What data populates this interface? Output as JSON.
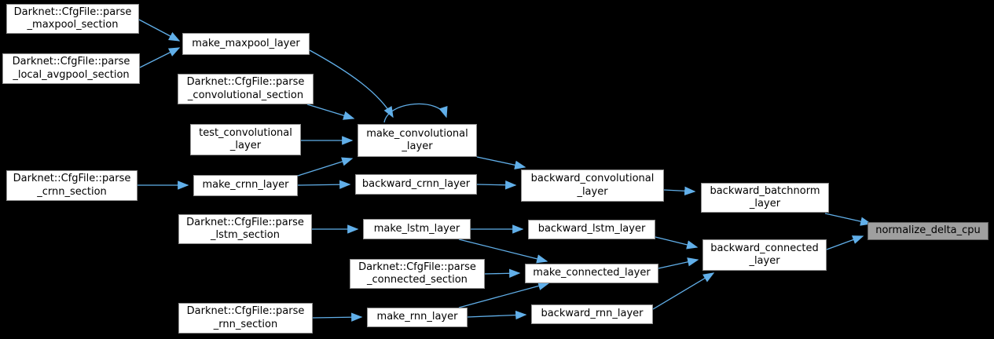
{
  "diagram": {
    "type": "call-graph",
    "colors": {
      "background": "#000000",
      "node_fill": "#ffffff",
      "node_border": "#8f8f8f",
      "node_text": "#000000",
      "highlight_node_fill": "#9f9f9f",
      "highlight_node_border": "#5f5f5f",
      "edge": "#61afe9"
    },
    "nodes": {
      "parse_maxpool_section": {
        "label": "Darknet::CfgFile::parse\n_maxpool_section"
      },
      "parse_local_avgpool_section": {
        "label": "Darknet::CfgFile::parse\n_local_avgpool_section"
      },
      "make_maxpool_layer": {
        "label": "make_maxpool_layer"
      },
      "parse_convolutional_section": {
        "label": "Darknet::CfgFile::parse\n_convolutional_section"
      },
      "test_convolutional_layer": {
        "label": "test_convolutional\n_layer"
      },
      "make_convolutional_layer": {
        "label": "make_convolutional\n_layer"
      },
      "parse_crnn_section": {
        "label": "Darknet::CfgFile::parse\n_crnn_section"
      },
      "make_crnn_layer": {
        "label": "make_crnn_layer"
      },
      "backward_crnn_layer": {
        "label": "backward_crnn_layer"
      },
      "backward_convolutional_layer": {
        "label": "backward_convolutional\n_layer"
      },
      "backward_batchnorm_layer": {
        "label": "backward_batchnorm\n_layer"
      },
      "normalize_delta_cpu": {
        "label": "normalize_delta_cpu"
      },
      "parse_lstm_section": {
        "label": "Darknet::CfgFile::parse\n_lstm_section"
      },
      "make_lstm_layer": {
        "label": "make_lstm_layer"
      },
      "backward_lstm_layer": {
        "label": "backward_lstm_layer"
      },
      "parse_connected_section": {
        "label": "Darknet::CfgFile::parse\n_connected_section"
      },
      "make_connected_layer": {
        "label": "make_connected_layer"
      },
      "parse_rnn_section": {
        "label": "Darknet::CfgFile::parse\n_rnn_section"
      },
      "make_rnn_layer": {
        "label": "make_rnn_layer"
      },
      "backward_rnn_layer": {
        "label": "backward_rnn_layer"
      },
      "backward_connected_layer": {
        "label": "backward_connected\n_layer"
      }
    },
    "edges": [
      {
        "from": "Darknet::CfgFile::parse_maxpool_section",
        "to": "make_maxpool_layer"
      },
      {
        "from": "Darknet::CfgFile::parse_local_avgpool_section",
        "to": "make_maxpool_layer"
      },
      {
        "from": "make_maxpool_layer",
        "to": "make_convolutional_layer"
      },
      {
        "from": "Darknet::CfgFile::parse_convolutional_section",
        "to": "make_convolutional_layer"
      },
      {
        "from": "make_convolutional_layer",
        "to": "make_convolutional_layer"
      },
      {
        "from": "test_convolutional_layer",
        "to": "make_convolutional_layer"
      },
      {
        "from": "make_crnn_layer",
        "to": "make_convolutional_layer"
      },
      {
        "from": "Darknet::CfgFile::parse_crnn_section",
        "to": "make_crnn_layer"
      },
      {
        "from": "make_crnn_layer",
        "to": "backward_crnn_layer"
      },
      {
        "from": "make_convolutional_layer",
        "to": "backward_convolutional_layer"
      },
      {
        "from": "backward_crnn_layer",
        "to": "backward_convolutional_layer"
      },
      {
        "from": "backward_convolutional_layer",
        "to": "backward_batchnorm_layer"
      },
      {
        "from": "backward_batchnorm_layer",
        "to": "normalize_delta_cpu"
      },
      {
        "from": "Darknet::CfgFile::parse_lstm_section",
        "to": "make_lstm_layer"
      },
      {
        "from": "make_lstm_layer",
        "to": "backward_lstm_layer"
      },
      {
        "from": "make_lstm_layer",
        "to": "make_connected_layer"
      },
      {
        "from": "Darknet::CfgFile::parse_connected_section",
        "to": "make_connected_layer"
      },
      {
        "from": "make_rnn_layer",
        "to": "make_connected_layer"
      },
      {
        "from": "Darknet::CfgFile::parse_rnn_section",
        "to": "make_rnn_layer"
      },
      {
        "from": "make_rnn_layer",
        "to": "backward_rnn_layer"
      },
      {
        "from": "backward_lstm_layer",
        "to": "backward_connected_layer"
      },
      {
        "from": "make_connected_layer",
        "to": "backward_connected_layer"
      },
      {
        "from": "backward_rnn_layer",
        "to": "backward_connected_layer"
      },
      {
        "from": "backward_connected_layer",
        "to": "normalize_delta_cpu"
      }
    ]
  }
}
